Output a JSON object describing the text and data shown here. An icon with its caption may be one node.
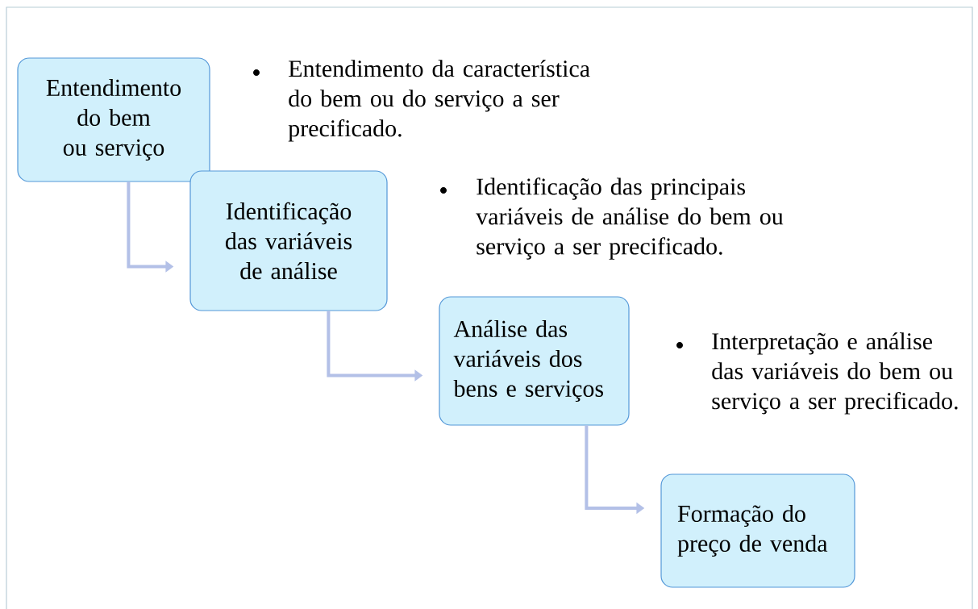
{
  "diagram": {
    "nodes": [
      {
        "text": [
          "Entendimento do bem ou serviço"
        ]
      },
      {
        "text": [
          "Identificação das variáveis de análise"
        ]
      },
      {
        "text": [
          "Análise das variáveis dos bens e serviços"
        ]
      },
      {
        "text": [
          "Formação do preço de venda"
        ]
      }
    ],
    "edges": [
      {
        "from": 0,
        "to": 1,
        "arrow": "to"
      },
      {
        "from": 1,
        "to": 2,
        "arrow": "to"
      },
      {
        "from": 2,
        "to": 3,
        "arrow": "to"
      }
    ],
    "labels": [
      "Entendimento da característica do bem ou do serviço a ser precificado.",
      "Identificação das principais variáveis de análise do bem ou serviço a ser precificado.",
      "Interpretação e análise das variáveis do bem ou serviço a ser precificado."
    ]
  }
}
